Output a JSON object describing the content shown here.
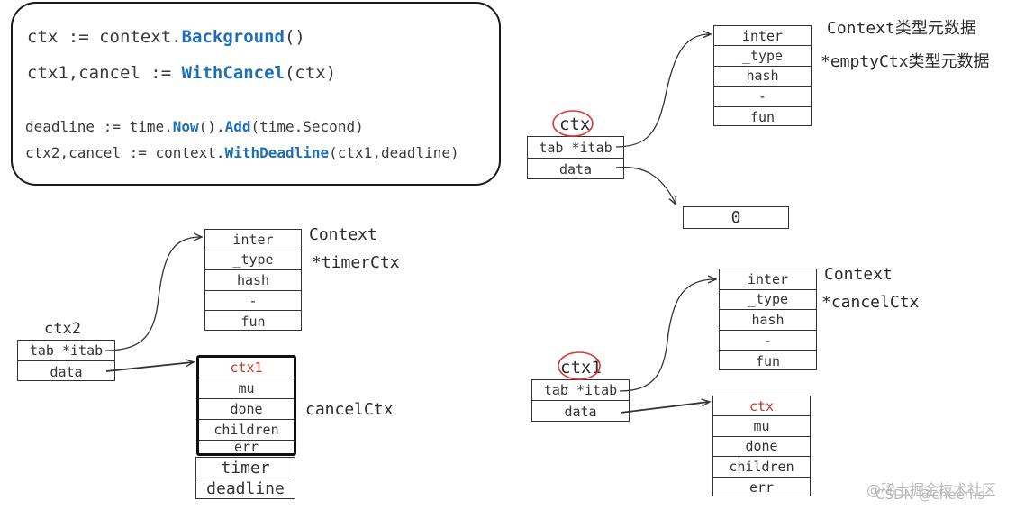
{
  "code": {
    "line1": {
      "a": "ctx := context.",
      "b": "Background",
      "c": "()"
    },
    "line2": {
      "a": "ctx1,cancel := ",
      "b": "WithCancel",
      "c": "(ctx)"
    },
    "line3": {
      "a": "deadline := time.",
      "b": "Now",
      "c": "().",
      "d": "Add",
      "e": "(time.Second)"
    },
    "line4": {
      "a": "ctx2,cancel := context.",
      "b": "WithDeadline",
      "c": "(ctx1,deadline)"
    }
  },
  "empty_ctx": {
    "var_label": "ctx",
    "iface_rows": [
      "tab *itab",
      "data"
    ],
    "itab_rows": [
      "inter",
      "_type",
      "hash",
      "-",
      "fun"
    ],
    "itab_title": "Context类型元数据",
    "type_title": "*emptyCtx类型元数据",
    "data_value": "0"
  },
  "timer_ctx": {
    "var_label": "ctx2",
    "iface_rows": [
      "tab *itab",
      "data"
    ],
    "itab_rows": [
      "inter",
      "_type",
      "hash",
      "-",
      "fun"
    ],
    "itab_label1": "Context",
    "itab_label2": "*timerCtx",
    "struct_rows": [
      "ctx1",
      "mu",
      "done",
      "children",
      "err"
    ],
    "struct_label": "cancelCtx",
    "extra_rows": [
      "timer",
      "deadline"
    ]
  },
  "cancel_ctx": {
    "var_label": "ctx1",
    "iface_rows": [
      "tab *itab",
      "data"
    ],
    "itab_rows": [
      "inter",
      "_type",
      "hash",
      "-",
      "fun"
    ],
    "itab_label1": "Context",
    "itab_label2": "*cancelCtx",
    "struct_rows": [
      "ctx",
      "mu",
      "done",
      "children",
      "err"
    ]
  },
  "watermark": {
    "line1": "@稀土掘金技术社区",
    "line2": "CSDN @cheems~"
  }
}
